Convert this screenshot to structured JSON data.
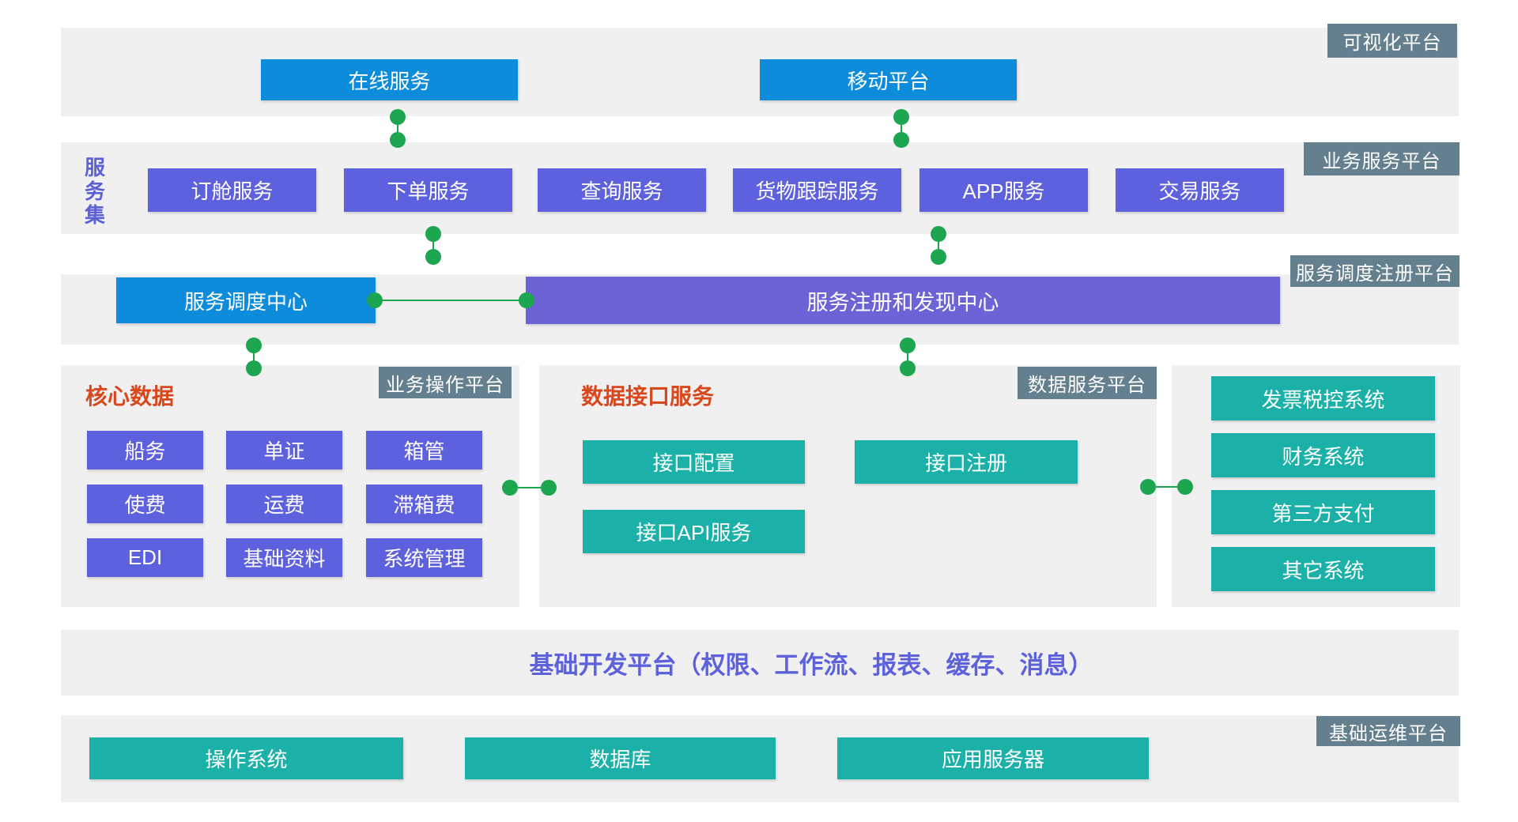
{
  "colors": {
    "band_bg": "#f0f0f1",
    "accent_blue": "#0d8cdb",
    "accent_purple": "#5d61dd",
    "accent_purple_light": "#6b63d6",
    "accent_teal": "#1bb0a8",
    "connector_green": "#1ea550",
    "tag_bg": "#64808e",
    "heading_red": "#d9481c",
    "title_purple": "#5d61dc"
  },
  "visualization": {
    "tag": "可视化平台",
    "online": "在线服务",
    "mobile": "移动平台"
  },
  "business": {
    "tag": "业务服务平台",
    "side_label": "服务集",
    "services": [
      "订舱服务",
      "下单服务",
      "查询服务",
      "货物跟踪服务",
      "APP服务",
      "交易服务"
    ]
  },
  "dispatch": {
    "tag": "服务调度注册平台",
    "center": "服务调度中心",
    "registry": "服务注册和发现中心"
  },
  "operation": {
    "tag": "业务操作平台",
    "heading": "核心数据",
    "modules": [
      "船务",
      "单证",
      "箱管",
      "使费",
      "运费",
      "滞箱费",
      "EDI",
      "基础资料",
      "系统管理"
    ]
  },
  "data_service": {
    "tag": "数据服务平台",
    "heading": "数据接口服务",
    "modules": [
      "接口配置",
      "接口注册",
      "接口API服务"
    ]
  },
  "external": {
    "systems": [
      "发票税控系统",
      "财务系统",
      "第三方支付",
      "其它系统"
    ]
  },
  "dev_platform": {
    "title": "基础开发平台（权限、工作流、报表、缓存、消息）"
  },
  "ops": {
    "tag": "基础运维平台",
    "modules": [
      "操作系统",
      "数据库",
      "应用服务器"
    ]
  }
}
